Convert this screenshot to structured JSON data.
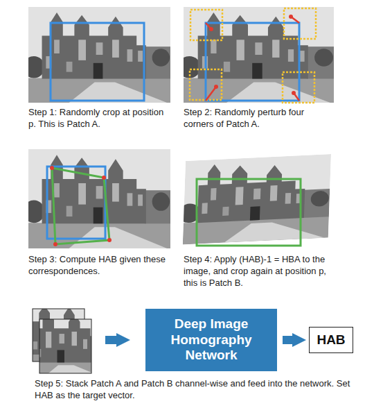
{
  "diagram": {
    "nodes": [
      {
        "text": [
          "Deep Image Homography Network"
        ]
      },
      {
        "text": [
          "HAB"
        ]
      }
    ],
    "edges": [
      {
        "from": 0,
        "to": 1,
        "arrow": "to"
      }
    ],
    "labels": [
      "Step 1: Randomly crop at position p. This is Patch A.",
      "Step 2: Randomly perturb four corners of Patch A.",
      "Step 3: Compute HAB given these correspondences.",
      "Step 4: Apply (HAB)-1 = HBA to the image, and crop again at position p, this is Patch B.",
      "Step 5: Stack Patch A and Patch B channel-wise and feed into the network. Set HAB as the target vector."
    ]
  }
}
